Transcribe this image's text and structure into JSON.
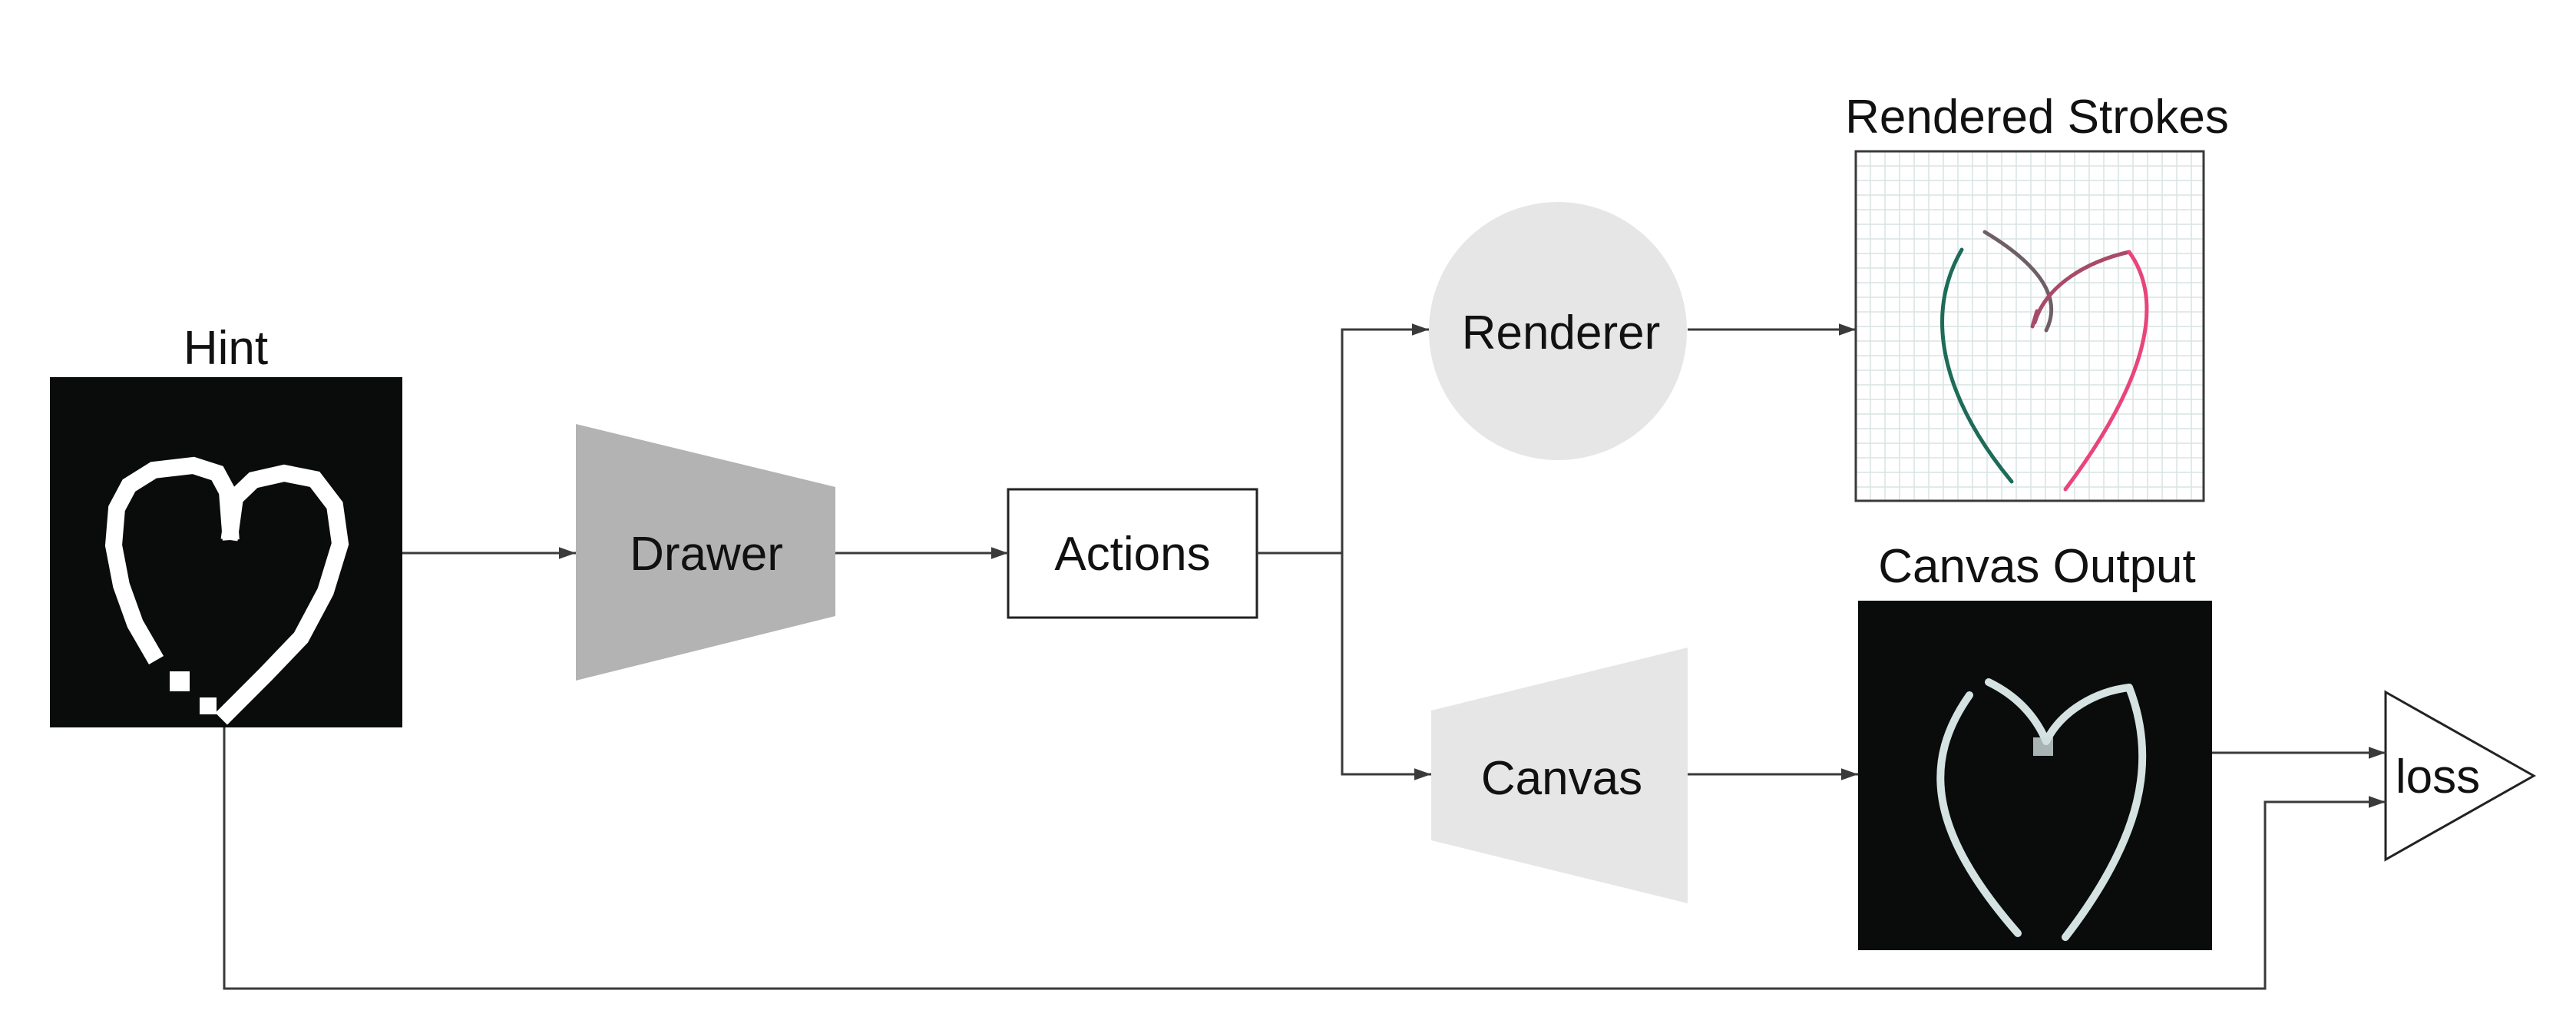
{
  "labels": {
    "hint_title": "Hint",
    "drawer": "Drawer",
    "actions": "Actions",
    "renderer": "Renderer",
    "canvas": "Canvas",
    "rendered_strokes_title": "Rendered Strokes",
    "canvas_output_title": "Canvas Output",
    "loss": "loss"
  },
  "colors": {
    "drawer_fill": "#b3b3b3",
    "renderer_fill": "#e6e6e6",
    "canvas_fill": "#e6e6e6",
    "connector": "#3a3a3a",
    "image_background": "#0a0c0b",
    "grid_line": "#d9e3e3",
    "stroke_green": "#1d6b58",
    "stroke_gray": "#6e5f66",
    "stroke_maroon": "#a84b68",
    "stroke_pink": "#e8457a",
    "canvas_stroke": "#dfeeee"
  }
}
